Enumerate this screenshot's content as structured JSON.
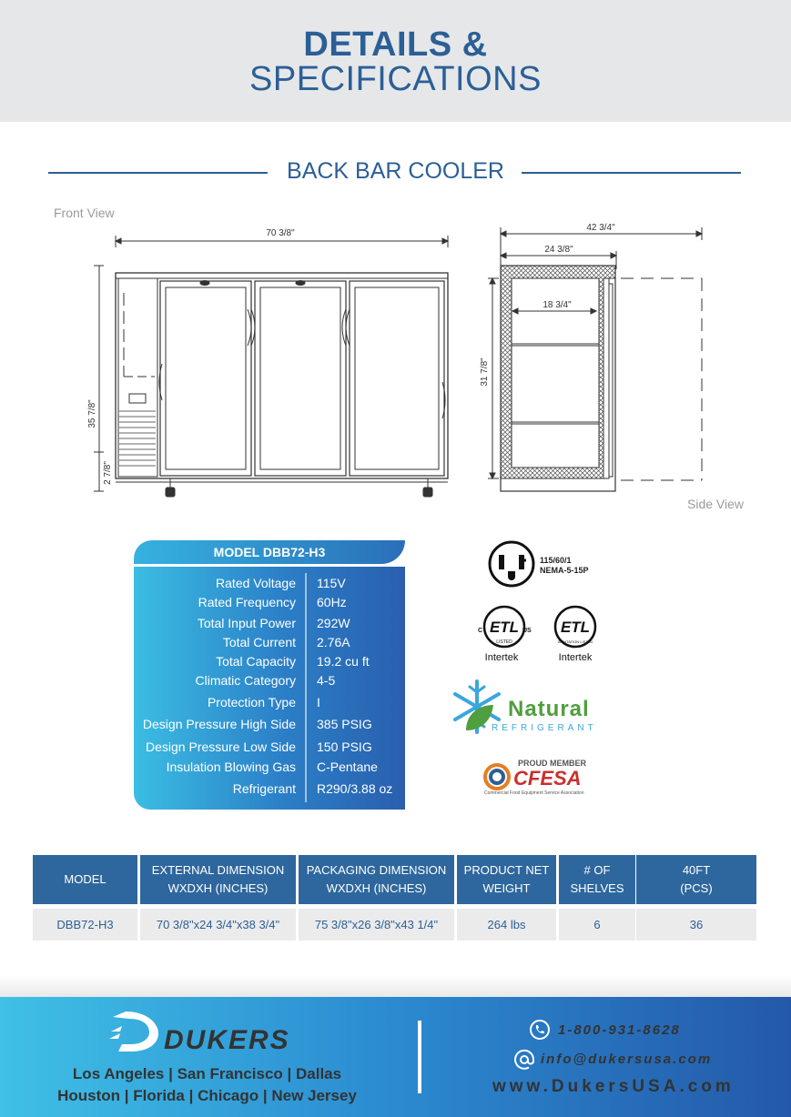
{
  "header": {
    "title_line1": "DETAILS &",
    "title_line2": "SPECIFICATIONS"
  },
  "section_title": "BACK BAR COOLER",
  "drawing": {
    "front_label": "Front View",
    "side_label": "Side View",
    "front_width": "70 3/8\"",
    "front_height": "35 7/8\"",
    "front_leg": "2 7/8\"",
    "side_total_depth": "42 3/4\"",
    "side_depth": "24 3/8\"",
    "side_inner_depth": "18 3/4\"",
    "side_height": "31 7/8\""
  },
  "spec": {
    "model_title": "MODEL DBB72-H3",
    "rows": [
      {
        "label": "Rated  Voltage",
        "value": "115V"
      },
      {
        "label": "Rated  Frequency",
        "value": "60Hz"
      },
      {
        "label": "Total Input Power",
        "value": "292W"
      },
      {
        "label": "Total Current",
        "value": "2.76A"
      },
      {
        "label": "Total Capacity",
        "value": "19.2 cu ft"
      },
      {
        "label": "Climatic Category",
        "value": "4-5"
      },
      {
        "label": "Protection Type",
        "value": "I"
      },
      {
        "label": "Design Pressure High Side",
        "value": "385 PSIG"
      },
      {
        "label": "Design Pressure Low Side",
        "value": "150 PSIG"
      },
      {
        "label": "Insulation Blowing Gas",
        "value": "C-Pentane"
      },
      {
        "label": "Refrigerant",
        "value": "R290/3.88 oz"
      }
    ]
  },
  "certs": {
    "plug_line1": "115/60/1",
    "plug_line2": "NEMA-5-15P",
    "etl_c": "C",
    "etl_us": "US",
    "etl_mark": "ETL",
    "etl_listed": "LISTED",
    "etl_sanitation": "SANITATION LISTED",
    "intertek": "Intertek",
    "natural_word": "Natural",
    "refrigerant_word": "REFRIGERANT",
    "cfesa_top": "PROUD MEMBER",
    "cfesa_mark": "CFESA",
    "cfesa_sub": "Commercial Food Equipment Service Association"
  },
  "table": {
    "headers": [
      {
        "l1": "MODEL",
        "l2": ""
      },
      {
        "l1": "EXTERNAL DIMENSION",
        "l2": "WXDXH (INCHES)"
      },
      {
        "l1": "PACKAGING DIMENSION",
        "l2": "WXDXH (INCHES)"
      },
      {
        "l1": "PRODUCT NET",
        "l2": "WEIGHT"
      },
      {
        "l1": "# OF",
        "l2": "SHELVES"
      },
      {
        "l1": "40FT",
        "l2": "(PCS)"
      }
    ],
    "row": [
      "DBB72-H3",
      "70 3/8\"x24 3/4\"x38 3/4\"",
      "75 3/8\"x26 3/8\"x43 1/4\"",
      "264 lbs",
      "6",
      "36"
    ]
  },
  "footer": {
    "brand": "DUKERS",
    "cities_line1": "Los Angeles | San Francisco | Dallas",
    "cities_line2": "Houston | Florida | Chicago | New Jersey",
    "phone": "1-800-931-8628",
    "email": "info@dukersusa.com",
    "website": "www.DukersUSA.com"
  },
  "colors": {
    "primary": "#2b5f96",
    "gradient_start": "#3bbde3",
    "gradient_end": "#2a5fae",
    "header_bg": "#e6e7e9",
    "table_header": "#2e679d"
  }
}
